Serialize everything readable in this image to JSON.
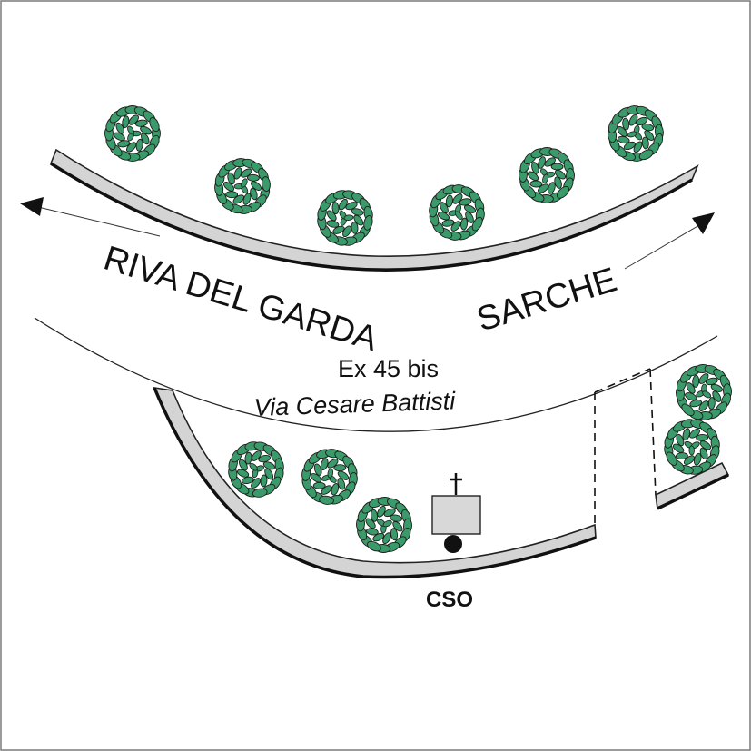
{
  "labels": {
    "direction_left": "RIVA DEL GARDA",
    "direction_right": "SARCHE",
    "road_number": "Ex 45 bis",
    "street_name": "Via Cesare Battisti",
    "station_code": "CSO"
  },
  "icons": {
    "arrow_left": "arrow-left-icon",
    "arrow_right": "arrow-right-icon",
    "tree": "tree-icon",
    "shrine": "cross-icon",
    "station": "station-dot-icon"
  },
  "colors": {
    "tree_fill": "#3a9a6a",
    "tree_stroke": "#1d1d1d",
    "curb_fill": "#d4d4d4",
    "shrine_fill": "#d8d8d8",
    "line": "#111111"
  }
}
